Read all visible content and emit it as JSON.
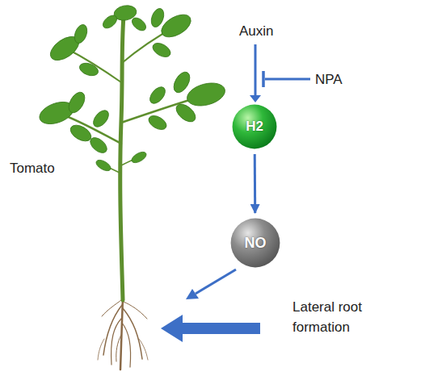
{
  "diagram": {
    "nodes": [
      {
        "text": [
          "H2"
        ]
      },
      {
        "text": [
          "NO"
        ]
      }
    ],
    "edges": [
      {
        "from": 0,
        "to": 1,
        "arrow": "to"
      }
    ],
    "labels": [
      "Tomato",
      "Auxin",
      "NPA",
      "Lateral root formation"
    ]
  }
}
